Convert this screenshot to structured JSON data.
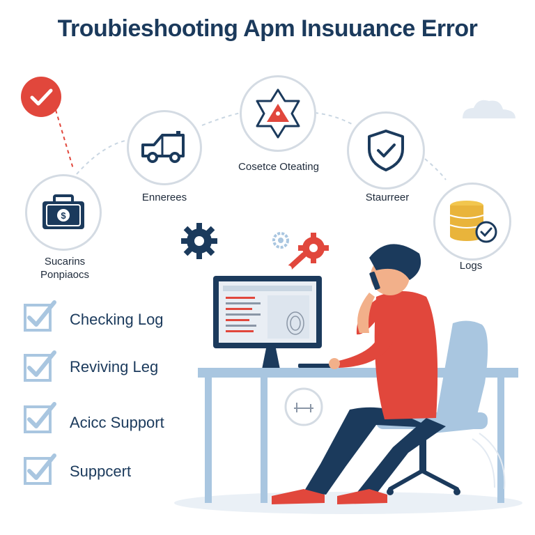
{
  "title": "Troubieshooting Apm Insuuance Error",
  "nodes": [
    {
      "label_lines": [
        "Sucarins",
        "Ponpiaocs"
      ],
      "icon": "briefcase-dollar-icon"
    },
    {
      "label": "Ennerees",
      "icon": "truck-icon"
    },
    {
      "label": "Cosetce Oteating",
      "icon": "warning-star-icon"
    },
    {
      "label": "Staurreer",
      "icon": "shield-check-icon"
    },
    {
      "label": "Logs",
      "icon": "database-check-icon"
    }
  ],
  "checklist": [
    "Checking Log",
    "Reviving Leg",
    "Acicc Support",
    "Suppcert"
  ],
  "colors": {
    "navy": "#1b3a5c",
    "red": "#e1473c",
    "light_blue": "#a9c6e0",
    "gold": "#e9b43b"
  }
}
